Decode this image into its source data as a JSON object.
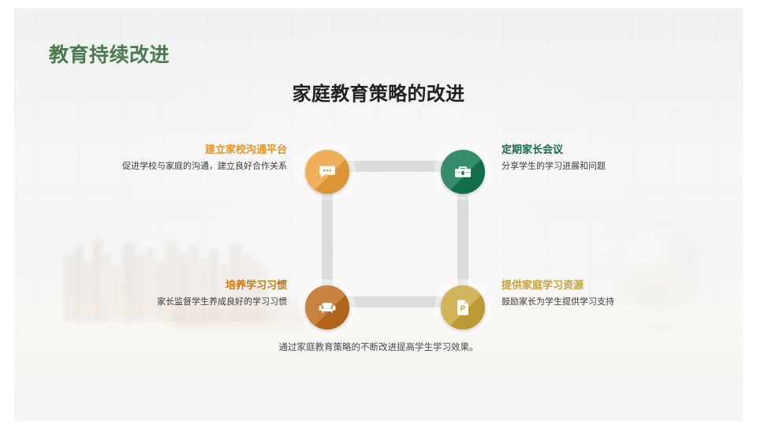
{
  "slide": {
    "kicker": "教育持续改进",
    "title": "家庭教育策略的改进",
    "caption": "通过家庭教育策略的不断改进提高学生学习效果。",
    "kicker_color": "#4a7a4e",
    "title_color": "#212121",
    "background": "bookshelf-globe-desk-photo-faded"
  },
  "diagram": {
    "type": "cycle-square",
    "connector_color": "#d7dad9",
    "nodes": [
      {
        "id": "node-communication-platform",
        "position": "top-left",
        "title": "建立家校沟通平台",
        "description": "促进学校与家庭的沟通，建立良好合作关系",
        "color": "#eda03a",
        "title_color": "#e8941e",
        "icon": "chat-bubble-icon"
      },
      {
        "id": "node-parent-meeting",
        "position": "top-right",
        "title": "定期家长会议",
        "description": "分享学生的学习进展和问题",
        "color": "#11764f",
        "title_color": "#1b6b4a",
        "icon": "briefcase-icon"
      },
      {
        "id": "node-study-habits",
        "position": "bottom-left",
        "title": "培养学习习惯",
        "description": "家长监督学生养成良好的学习习惯",
        "color": "#bd6b1c",
        "title_color": "#c27a18",
        "icon": "armchair-icon"
      },
      {
        "id": "node-learning-resources",
        "position": "bottom-right",
        "title": "提供家庭学习资源",
        "description": "鼓励家长为学生提供学习支持",
        "color": "#c9a63a",
        "title_color": "#c6a23a",
        "icon": "document-p-icon"
      }
    ]
  }
}
